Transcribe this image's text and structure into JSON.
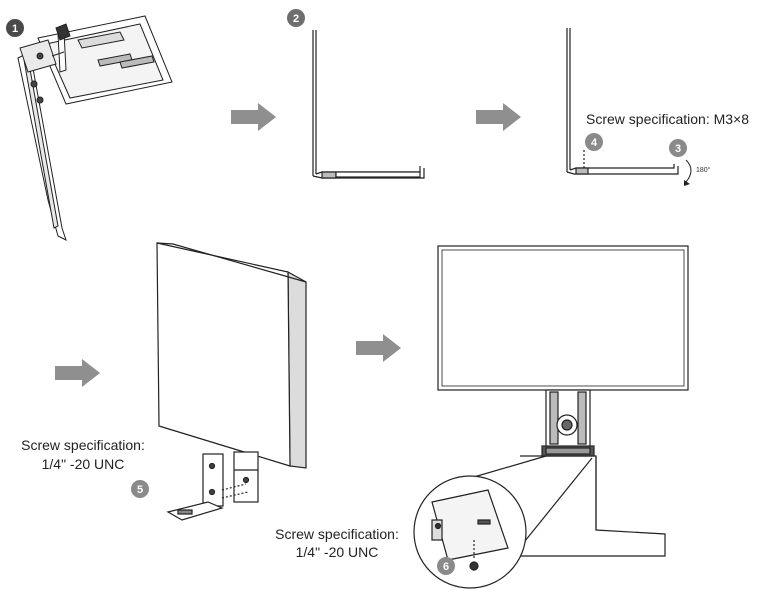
{
  "steps": [
    {
      "num": "1",
      "bg": "#4a4a4a"
    },
    {
      "num": "2",
      "bg": "#6e6e6e"
    },
    {
      "num": "3",
      "bg": "#8a8a8a"
    },
    {
      "num": "4",
      "bg": "#8a8a8a"
    },
    {
      "num": "5",
      "bg": "#8a8a8a"
    },
    {
      "num": "6",
      "bg": "#8a8a8a"
    }
  ],
  "labels": {
    "screw_m3": "Screw specification: M3×8",
    "rotate_angle": "180°",
    "screw_unc_a_line1": "Screw specification:",
    "screw_unc_a_line2": "1/4\" -20 UNC",
    "screw_unc_b_line1": "Screw specification:",
    "screw_unc_b_line2": "1/4\" -20 UNC"
  },
  "colors": {
    "line": "#222222",
    "arrow": "#8f8f8f",
    "panel_face": "#ffffff",
    "panel_edge": "#dcdcdc"
  }
}
